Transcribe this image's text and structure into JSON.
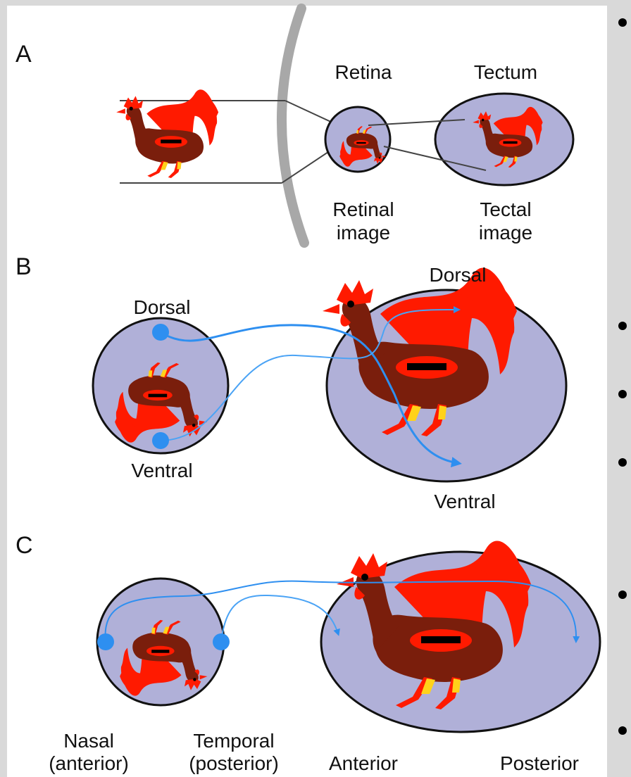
{
  "panels": {
    "a": {
      "letter": "A",
      "retina": "Retina",
      "tectum": "Tectum",
      "retinal_image_1": "Retinal",
      "retinal_image_2": "image",
      "tectal_image_1": "Tectal",
      "tectal_image_2": "image"
    },
    "b": {
      "letter": "B",
      "retina_dorsal": "Dorsal",
      "retina_ventral": "Ventral",
      "tectum_dorsal": "Dorsal",
      "tectum_ventral": "Ventral"
    },
    "c": {
      "letter": "C",
      "nasal_1": "Nasal",
      "nasal_2": "(anterior)",
      "temporal_1": "Temporal",
      "temporal_2": "(posterior)",
      "anterior": "Anterior",
      "posterior": "Posterior"
    }
  },
  "colors": {
    "rooster_body": "#7a1e0c",
    "rooster_red": "#ff1a00",
    "rooster_yellow": "#ffd21a",
    "disc_fill": "#b0b0d8",
    "axon_blue": "#2e8ff0",
    "lens_gray": "#a8a8a8"
  }
}
